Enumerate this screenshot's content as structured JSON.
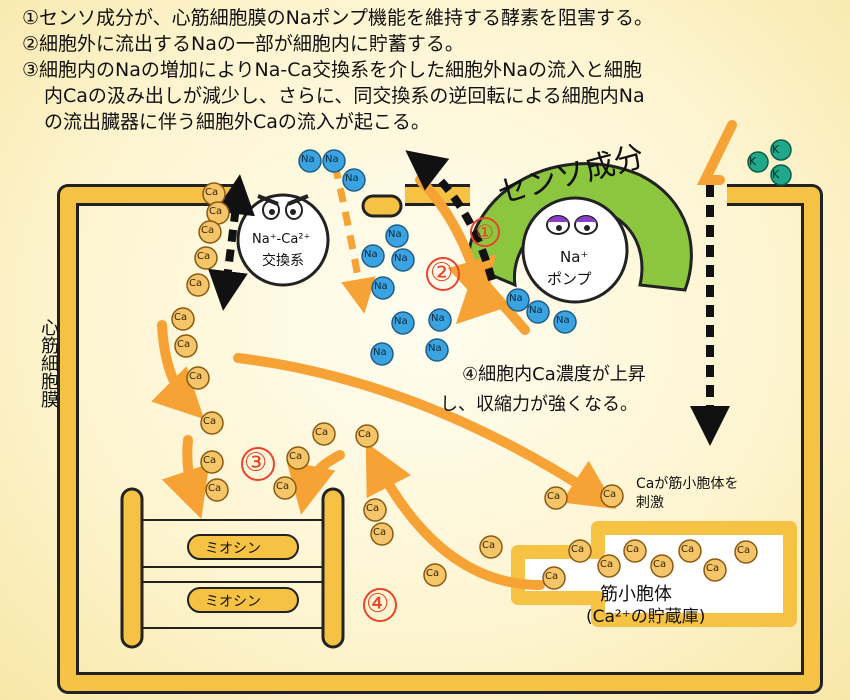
{
  "header": {
    "line1": "①センソ成分が、心筋細胞膜のNaポンプ機能を維持する酵素を阻害する。",
    "line2": "②細胞外に流出するNaの一部が細胞内に貯蓄する。",
    "line3a": "③細胞内のNaの増加によりNa-Ca交換系を介した細胞外Naの流入と細胞",
    "line3b": "内Caの汲み出しが減少し、さらに、同交換系の逆回転による細胞内Na",
    "line3c": "の流出臓器に伴う細胞外Caの流入が起こる。"
  },
  "membrane_label": "心筋細胞膜",
  "exchanger": {
    "line1": "Na⁺-Ca²⁺",
    "line2": "交換系"
  },
  "pump": {
    "line1": "Na⁺",
    "line2": "ポンプ"
  },
  "senso_label": "センソ成分",
  "markers": {
    "m1": "①",
    "m2": "②",
    "m3": "③",
    "m4": "④"
  },
  "step4": {
    "line1": "④細胞内Ca濃度が上昇",
    "line2": "し、収縮力が強くなる。"
  },
  "sr_stimulus": {
    "line1": "Caが筋小胞体を",
    "line2": "刺激"
  },
  "sr": {
    "line1": "筋小胞体",
    "line2": "(Ca²⁺の貯蔵庫)"
  },
  "myosin": [
    "ミオシン",
    "ミオシン"
  ],
  "ions": {
    "ca": "Ca",
    "na": "Na",
    "k": "K"
  },
  "colors": {
    "cell": "#f6c244",
    "arrow": "#f7a234",
    "na": "#3aa3e0",
    "ca": "#f5c56a",
    "k": "#1fa88a",
    "senso": "#8cc63f",
    "marker": "#e8452b"
  }
}
